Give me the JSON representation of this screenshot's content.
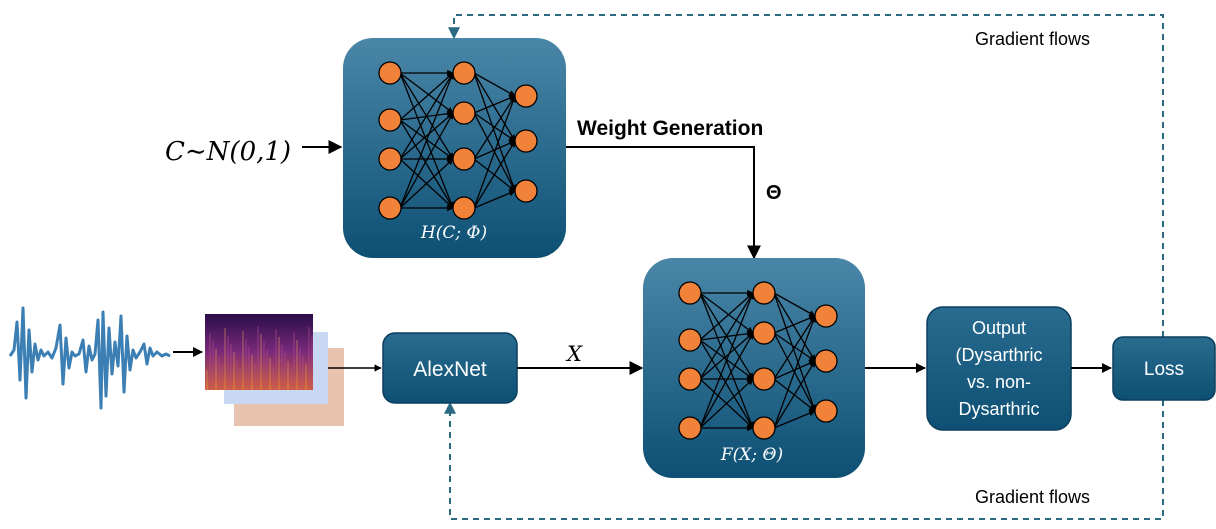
{
  "labels": {
    "gradient_top": "Gradient flows",
    "gradient_bottom": "Gradient flows",
    "weight_generation": "Weight Generation",
    "theta": "Θ",
    "noise_input": "C∼N(0,1)",
    "hypernet": "H(C; Φ)",
    "mainnet": "F(X; Θ)",
    "alexnet": "AlexNet",
    "x_label": "X",
    "output_line1": "Output",
    "output_line2": "(Dysarthric",
    "output_line3": "vs. non-",
    "output_line4": "Dysarthric",
    "loss": "Loss"
  },
  "colors": {
    "box_top": "#4a86a8",
    "box_bottom": "#0d5074",
    "node": "#f0823a",
    "waveform": "#3c7fb4",
    "dashed": "#2c6a84",
    "arrow": "#000000"
  },
  "icons": {
    "waveform": "audio-waveform-icon",
    "spectrogram": "spectrogram-stack-icon",
    "neural_net": "neural-network-icon"
  }
}
